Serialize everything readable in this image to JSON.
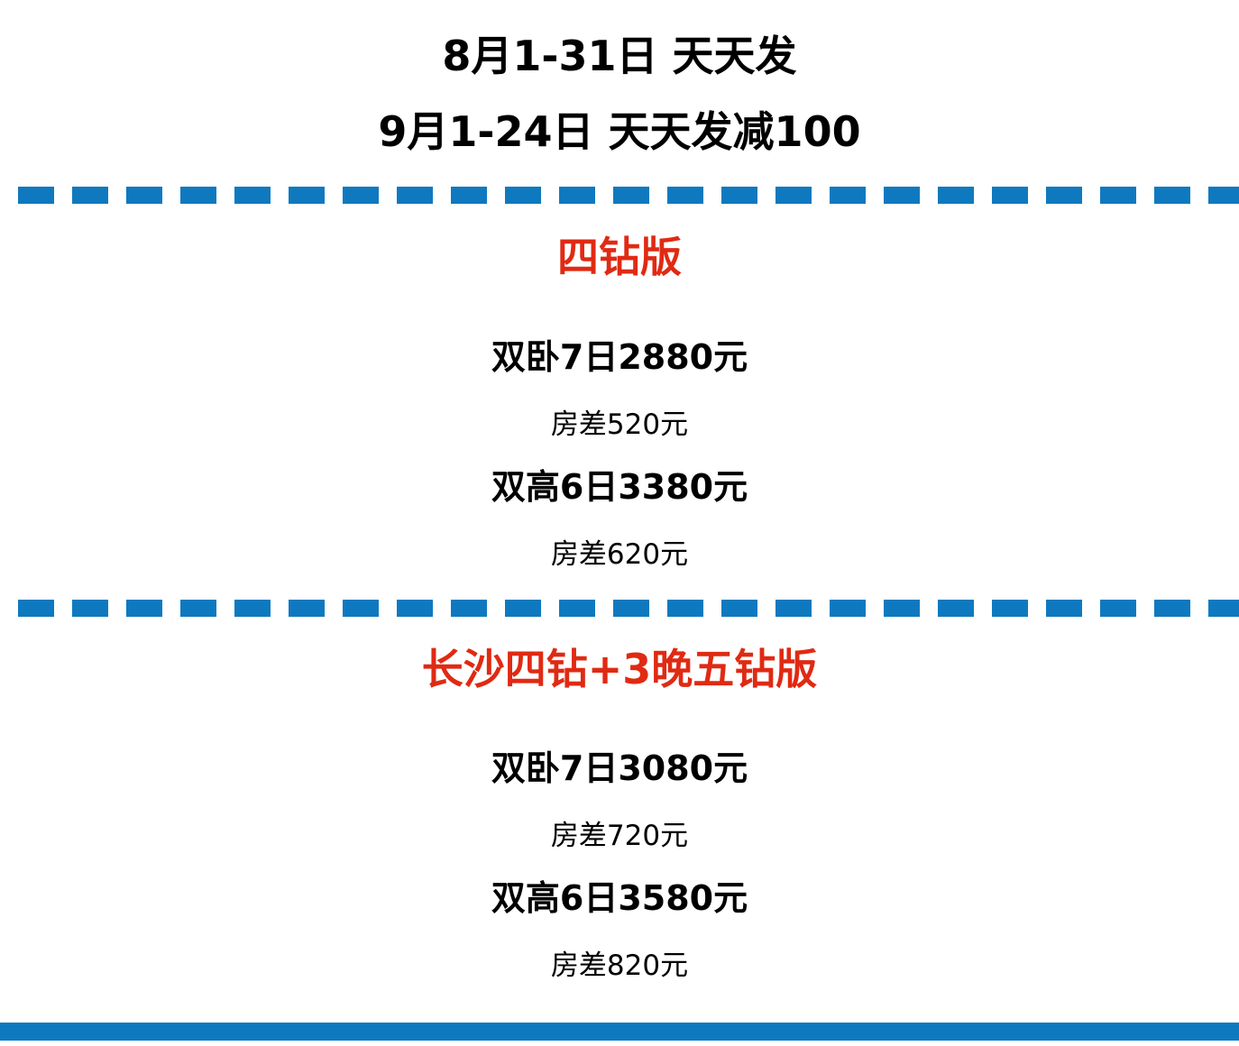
{
  "header": {
    "line1": "8月1-31日 天天发",
    "line2": "9月1-24日 天天发减100"
  },
  "colors": {
    "accent_red": "#e02a13",
    "divider_blue": "#0f79bf",
    "text": "#000000"
  },
  "sections": [
    {
      "title": "四钻版",
      "rows": [
        {
          "price": "双卧7日2880元",
          "room_diff": "房差520元"
        },
        {
          "price": "双高6日3380元",
          "room_diff": "房差620元"
        }
      ]
    },
    {
      "title": "长沙四钻+3晚五钻版",
      "rows": [
        {
          "price": "双卧7日3080元",
          "room_diff": "房差720元"
        },
        {
          "price": "双高6日3580元",
          "room_diff": "房差820元"
        }
      ]
    }
  ]
}
